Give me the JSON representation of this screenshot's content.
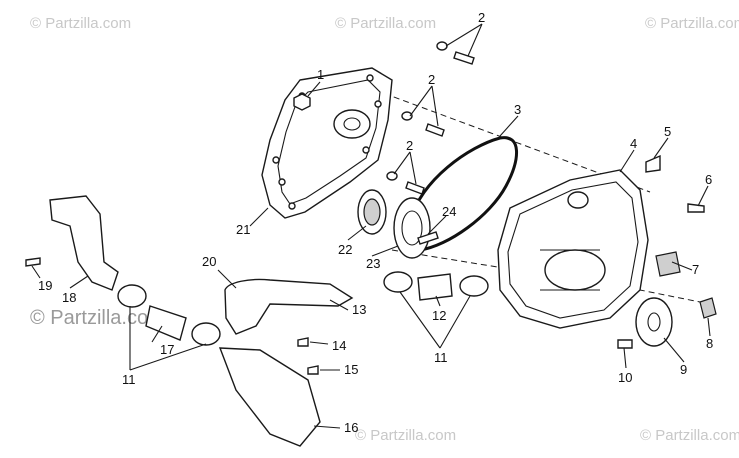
{
  "watermark": {
    "small": "© Partzilla.com",
    "large": "© Partzilla.com"
  },
  "callouts": {
    "c1": "1",
    "c2a": "2",
    "c2b": "2",
    "c2c": "2",
    "c3": "3",
    "c4": "4",
    "c5": "5",
    "c6": "6",
    "c7": "7",
    "c8": "8",
    "c9": "9",
    "c10": "10",
    "c11a": "11",
    "c11b": "11",
    "c12": "12",
    "c13": "13",
    "c14": "14",
    "c15": "15",
    "c16": "16",
    "c17": "17",
    "c18": "18",
    "c19": "19",
    "c20": "20",
    "c21": "21",
    "c22": "22",
    "c23": "23",
    "c24": "24"
  },
  "colors": {
    "ink": "#1a1a1a",
    "watermark": "#c8c8c8",
    "background": "#ffffff"
  }
}
